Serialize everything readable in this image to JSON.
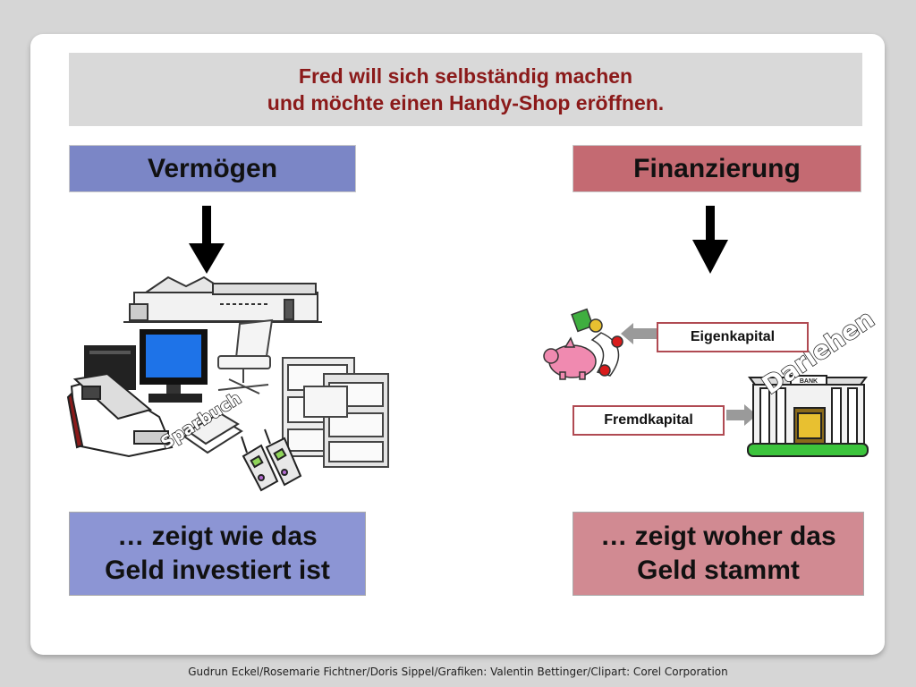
{
  "header": {
    "line1": "Fred will sich selbständig machen",
    "line2": "und möchte einen Handy-Shop eröffnen."
  },
  "left": {
    "title": "Vermögen",
    "desc_line1": "… zeigt wie das",
    "desc_line2": "Geld investiert ist",
    "art_label": "Sparbuch"
  },
  "right": {
    "title": "Finanzierung",
    "desc_line1": "… zeigt woher das",
    "desc_line2": "Geld stammt",
    "eigenkapital": "Eigenkapital",
    "fremdkapital": "Fremdkapital",
    "art_label": "Darlehen",
    "bank_sign": "BANK"
  },
  "footer": "Gudrun Eckel/Rosemarie Fichtner/Doris Sippel/Grafiken: Valentin Bettinger/Clipart: Corel Corporation",
  "colors": {
    "header_text": "#8b1a1a",
    "vermoegen_box": "#7b86c6",
    "finanzierung_box": "#c46a72"
  }
}
